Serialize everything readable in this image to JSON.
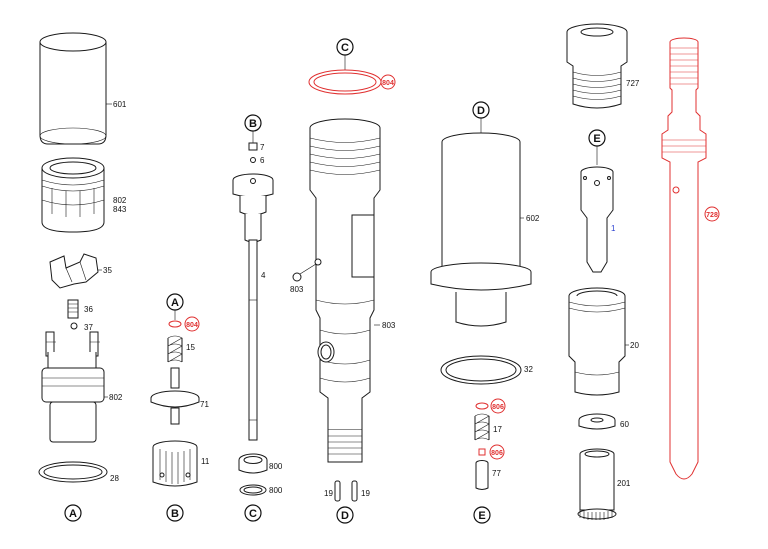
{
  "colors": {
    "line": "#1a1a1a",
    "highlight": "#e03030",
    "blue": "#2a3fd0",
    "background": "#ffffff"
  },
  "callouts": {
    "a": "A",
    "b": "B",
    "c": "C",
    "d": "D",
    "e": "E"
  },
  "labels": {
    "p601": "601",
    "p802a": "802",
    "p843": "843",
    "p35": "35",
    "p36": "36",
    "p37": "37",
    "p802b": "802",
    "p28": "28",
    "p804a": "804",
    "p15": "15",
    "p71": "71",
    "p11": "11",
    "p7": "7",
    "p6": "6",
    "p4": "4",
    "p800a": "800",
    "p800b": "800",
    "p804b": "804",
    "p803a": "803",
    "p803b": "803",
    "p19a": "19",
    "p19b": "19",
    "p602": "602",
    "p32": "32",
    "p806a": "806",
    "p17": "17",
    "p806b": "806",
    "p77": "77",
    "p727": "727",
    "p1": "1",
    "p20": "20",
    "p60": "60",
    "p201": "201",
    "p728": "728"
  }
}
